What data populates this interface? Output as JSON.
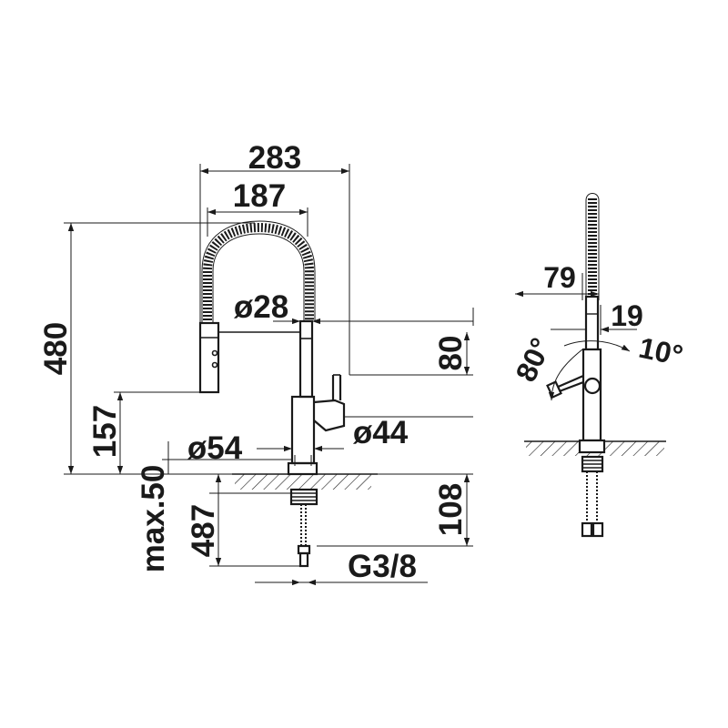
{
  "front_view": {
    "width_total": "283",
    "hose_width": "187",
    "spout_diameter": "ø28",
    "height_total": "480",
    "spray_height": "157",
    "upper_height": "80",
    "body_diameter_base": "ø54",
    "body_diameter": "ø44",
    "counter_max": "max.50",
    "hose_length": "487",
    "below_counter": "108",
    "connection": "G3/8"
  },
  "side_view": {
    "reach": "79",
    "offset": "19",
    "rotation_left": "80°",
    "rotation_right": "10°"
  }
}
